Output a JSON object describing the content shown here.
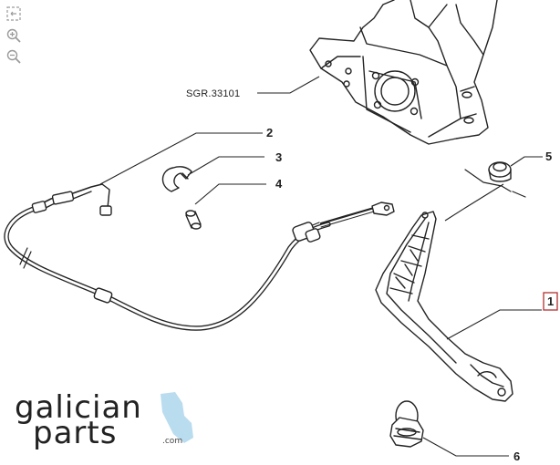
{
  "diagram": {
    "reference_label": "SGR.33101",
    "callouts": [
      {
        "num": "1",
        "boxed": true
      },
      {
        "num": "2",
        "boxed": false
      },
      {
        "num": "3",
        "boxed": false
      },
      {
        "num": "4",
        "boxed": false
      },
      {
        "num": "5",
        "boxed": false
      },
      {
        "num": "6",
        "boxed": false
      }
    ]
  },
  "toolbar": {
    "icons": [
      "fullscreen-icon",
      "zoom-in-icon",
      "zoom-out-icon"
    ]
  },
  "logo": {
    "line1": "galician",
    "line2": "parts",
    "suffix": ".com",
    "accent_color": "#b9dcef"
  },
  "colors": {
    "line": "#222222",
    "toolbar_icon": "#9a9a9a",
    "callout_box": "#b23030"
  }
}
